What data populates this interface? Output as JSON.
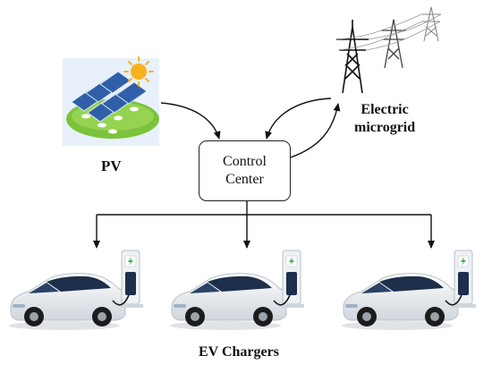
{
  "labels": {
    "pv": "PV",
    "grid_line1": "Electric",
    "grid_line2": "microgrid",
    "control_line1": "Control",
    "control_line2": "Center",
    "chargers": "EV Chargers"
  },
  "colors": {
    "panel": "#2f5fa8",
    "panel_light": "#6f9fd8",
    "grass": "#7cc33b",
    "sun": "#f6b21e",
    "car_body": "#eef1f4",
    "car_glass": "#1d2f4a",
    "charger_green": "#3bb54a"
  },
  "icons": [
    "solar-panel-icon",
    "sun-icon",
    "power-tower-icon",
    "electric-car-icon",
    "charging-station-icon"
  ]
}
